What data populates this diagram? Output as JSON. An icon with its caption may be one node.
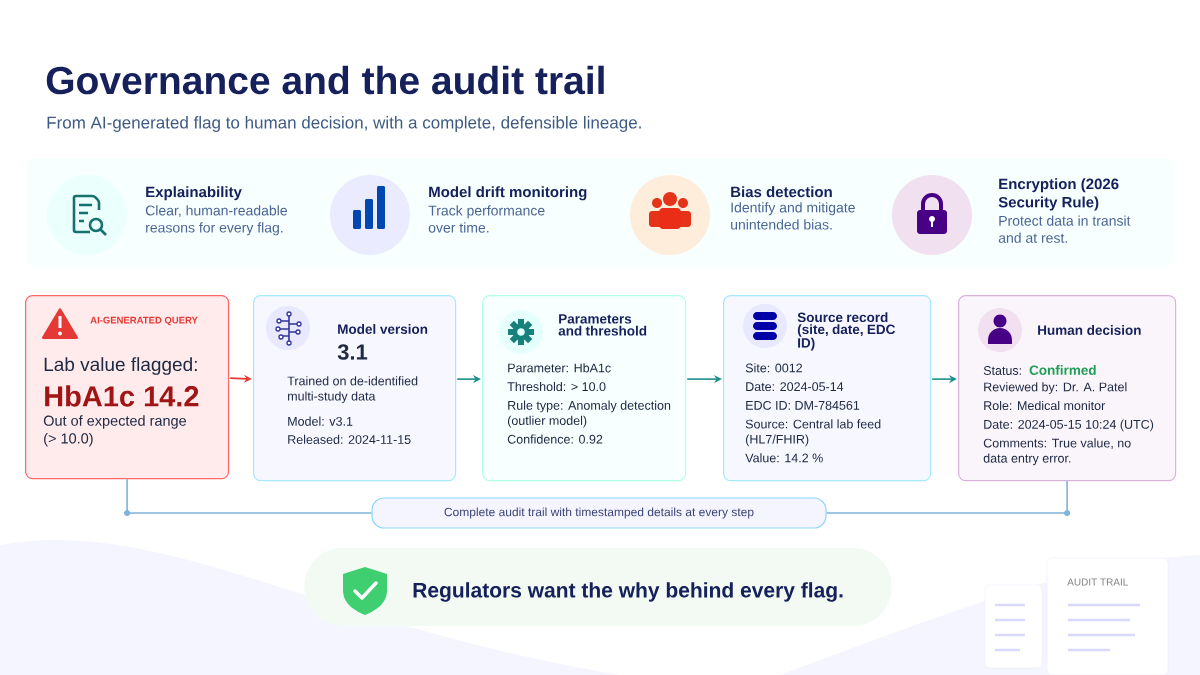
{
  "diagram": {
    "title": "Governance and the audit trail",
    "caption": "From AI-generated flag to human decision, with a complete, defensible lineage.",
    "nodes": [
      {
        "text": [
          "Explainability",
          "Clear, human-readable reasons for every flag."
        ]
      },
      {
        "text": [
          "Model drift monitoring",
          "Track performance over time."
        ]
      },
      {
        "text": [
          "Bias detection",
          "Identify and mitigate unintended bias."
        ]
      },
      {
        "text": [
          "Encryption (2026 Security Rule)",
          "Protect data in transit and at rest."
        ]
      },
      {
        "text": [
          "AI-GENERATED QUERY",
          "Lab value flagged:",
          "HbA1c 14.2",
          "Out of expected range (> 10.0)"
        ]
      },
      {
        "text": [
          "Model version",
          "3.1",
          "Trained on de-identified multi-study data",
          "Model: v3.1",
          "Released: 2024-11-15"
        ]
      },
      {
        "text": [
          "Parameters and threshold",
          "Parameter: HbA1c",
          "Threshold: > 10.0",
          "Rule type: Anomaly detection (outlier model)",
          "Confidence: 0.92"
        ]
      },
      {
        "text": [
          "Source record (site, date, EDC ID)",
          "Site: 0012",
          "Date: 2024-05-14",
          "EDC ID: DM-784561",
          "Source: Central lab feed (HL7/FHIR)",
          "Value: 14.2 %"
        ]
      },
      {
        "text": [
          "Human decision",
          "Status:",
          "Confirmed",
          "Reviewed by: Dr. A. Patel",
          "Role: Medical monitor",
          "Date: 2024-05-15 10:24 (UTC)",
          "Comments: True value, no data entry error."
        ]
      },
      {
        "text": [
          "Complete audit trail with timestamped details at every step"
        ]
      },
      {
        "text": [
          "Regulators want the why behind every flag."
        ]
      }
    ],
    "edges": [
      {
        "from": 4,
        "to": 5,
        "arrow": "to",
        "color": "#e53935"
      },
      {
        "from": 5,
        "to": 6,
        "arrow": "to"
      },
      {
        "from": 6,
        "to": 7,
        "arrow": "to"
      },
      {
        "from": 7,
        "to": 8,
        "arrow": "to"
      },
      {
        "from": 4,
        "to": 9,
        "arrow": "none",
        "color": "#7fb3d9"
      },
      {
        "from": 9,
        "to": 8,
        "arrow": "none",
        "color": "#7fb3d9"
      }
    ],
    "labels": [
      "AUDIT TRAIL"
    ]
  }
}
